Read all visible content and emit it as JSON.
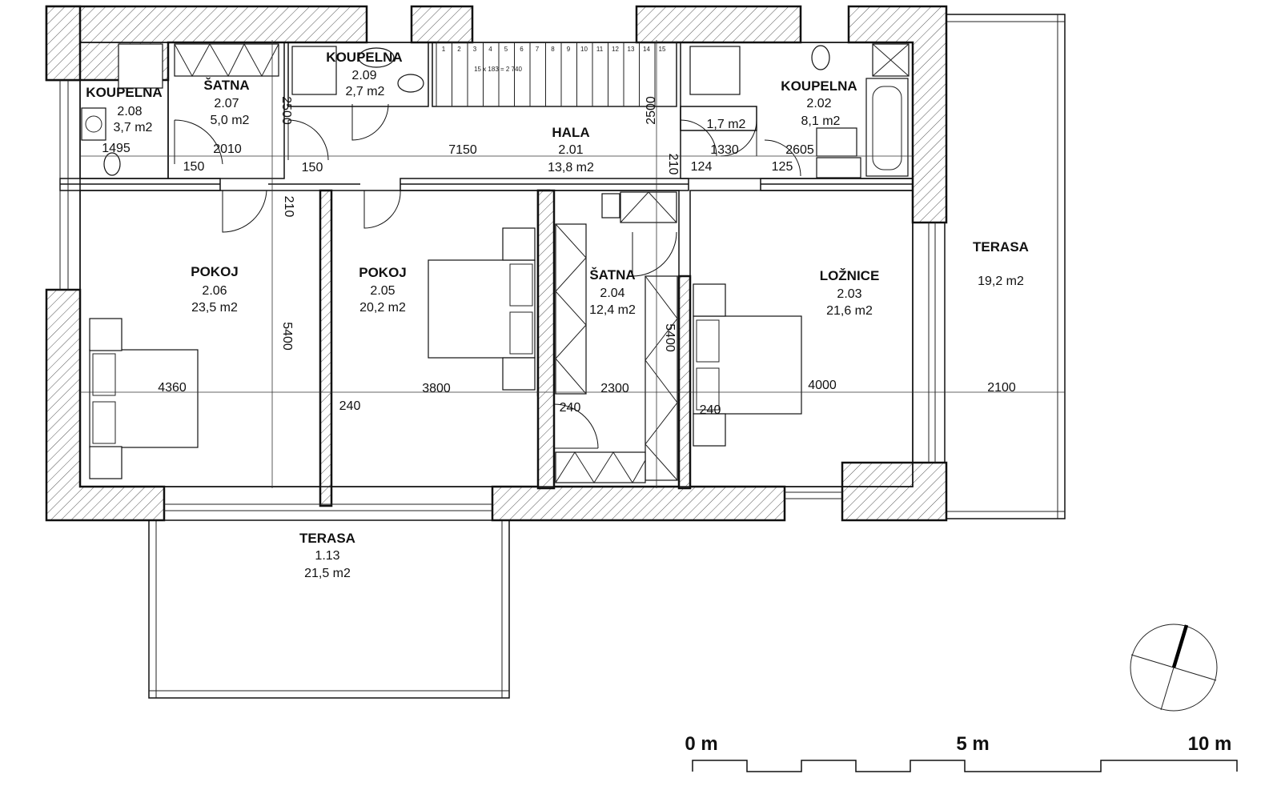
{
  "rooms": {
    "r208": {
      "name": "KOUPELNA",
      "number": "2.08",
      "area": "3,7 m2"
    },
    "r207": {
      "name": "ŠATNA",
      "number": "2.07",
      "area": "5,0 m2"
    },
    "r209": {
      "name": "KOUPELNA",
      "number": "2.09",
      "area": "2,7 m2"
    },
    "r201": {
      "name": "HALA",
      "number": "2.01",
      "area": "13,8 m2"
    },
    "r202": {
      "name": "KOUPELNA",
      "number": "2.02",
      "area": "8,1 m2"
    },
    "wc": {
      "area": "1,7 m2"
    },
    "r206": {
      "name": "POKOJ",
      "number": "2.06",
      "area": "23,5 m2"
    },
    "r205": {
      "name": "POKOJ",
      "number": "2.05",
      "area": "20,2 m2"
    },
    "r204": {
      "name": "ŠATNA",
      "number": "2.04",
      "area": "12,4 m2"
    },
    "r203": {
      "name": "LOŽNICE",
      "number": "2.03",
      "area": "21,6 m2"
    },
    "terasa_east": {
      "name": "TERASA",
      "area": "19,2 m2"
    },
    "terasa_south": {
      "name": "TERASA",
      "number": "1.13",
      "area": "21,5 m2"
    }
  },
  "dimensions": {
    "d1495": "1495",
    "d2010": "2010",
    "d150a": "150",
    "d150b": "150",
    "d7150": "7150",
    "d2500a": "2500",
    "d2500b": "2500",
    "d210a": "210",
    "d210b": "210",
    "d1330": "1330",
    "d2605": "2605",
    "d124": "124",
    "d125": "125",
    "d5400a": "5400",
    "d5400b": "5400",
    "d4360": "4360",
    "d3800": "3800",
    "d2300": "2300",
    "d4000": "4000",
    "d2100": "2100",
    "d240a": "240",
    "d240b": "240",
    "d240c": "240"
  },
  "stairs": {
    "label": "15 x 183 = 2 740",
    "steps": [
      "1",
      "2",
      "3",
      "4",
      "5",
      "6",
      "7",
      "8",
      "9",
      "10",
      "11",
      "12",
      "13",
      "14",
      "15"
    ]
  },
  "scale": {
    "zero": "0 m",
    "five": "5 m",
    "ten": "10 m"
  }
}
